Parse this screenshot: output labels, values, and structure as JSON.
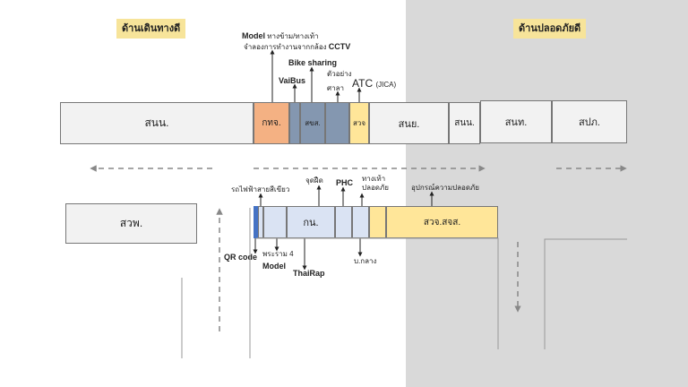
{
  "zones": {
    "left": "ด้านเดินทางดี",
    "right": "ด้านปลอดภัยดี"
  },
  "top_row": {
    "snn_left": "สนน.",
    "ktj": "กทจ.",
    "sks": "สขส.",
    "swj": "สวจ",
    "sny": "สนย.",
    "snn_right": "สนน.",
    "snt": "สนท.",
    "spp": "สปภ."
  },
  "top_labels": {
    "model_a": "Model",
    "model_b": "ทางข้าม/ทางเท้า",
    "sim_a": "จำลองการทำงานจากกล้อง",
    "sim_b": "CCTV",
    "vaibus": "VaiBus",
    "bike": "Bike sharing",
    "example": "ตัวอย่าง",
    "sala": "ศาลา",
    "atc": "ATC",
    "jica": "(JICA)"
  },
  "bottom_row": {
    "swp": "สวพ.",
    "kn": "กน.",
    "swj_sjs": "สวจ.สจส."
  },
  "bottom_labels": {
    "green_line": "รถไฟฟ้าสายสีเขียว",
    "jud_fit": "จุดฝืด",
    "phc": "PHC",
    "walk_a": "ทางเท้า",
    "walk_b": "ปลอดภัย",
    "safety_device": "อุปกรณ์ความปลอดภัย",
    "qr": "QR code",
    "rama4": "พระราม 4",
    "model": "Model",
    "thairap": "ThaiRap",
    "bklang": "บ.กลาง"
  },
  "colors": {
    "gray_bg": "#d9d9d9",
    "zone_tag": "#f7e49a",
    "ktj": "#f4b183",
    "sks": "#8497b0",
    "swj": "#ffe699",
    "kn": "#dae3f3",
    "swj_sjs": "#ffe699",
    "qr_strip": "#4472c4",
    "box_default": "#f2f2f2"
  }
}
